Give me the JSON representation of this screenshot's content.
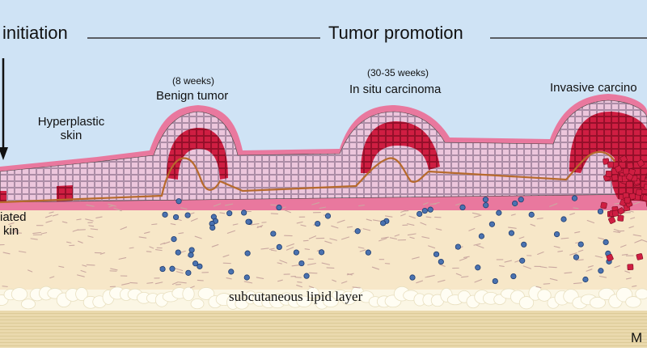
{
  "stages": {
    "initiation": "initiation",
    "promotion": "Tumor promotion"
  },
  "labels": {
    "hyperplastic_line1": "Hyperplastic",
    "hyperplastic_line2": "skin",
    "initiated_line1": "iated",
    "initiated_line2": "kin",
    "benign_time": "(8 weeks)",
    "benign_name": "Benign tumor",
    "insitu_time": "(30-35 weeks)",
    "insitu_name": "In situ carcinoma",
    "invasive_name": "Invasive carcino",
    "lipid_layer": "subcutaneous lipid layer",
    "muscle_fragment": "M"
  },
  "colors": {
    "sky": "#cfe3f5",
    "dermis": "#f7e7c8",
    "epidermis": "#e8c8dc",
    "keratin": "#e9789e",
    "tumor": "#c8173a",
    "basement": "#b76a2c",
    "cell_dot": "#4a72b0",
    "lipid": "#fbf6e4",
    "muscle": "#e6d6a8"
  },
  "icons": {
    "initiation_arrow": "down-arrow-icon"
  }
}
